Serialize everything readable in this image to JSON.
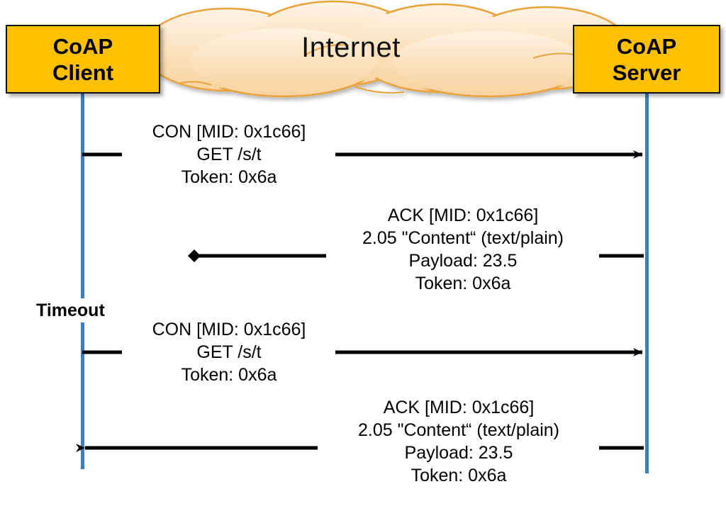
{
  "diagram": {
    "title": "CoAP confirmable message exchange with retransmission after timeout",
    "cloud": {
      "label": "Internet",
      "fill_top": "#FDEBD2",
      "fill_bottom": "#FBD9A8",
      "stroke": "#E8A33D"
    },
    "nodes": [
      {
        "id": "client",
        "line1": "CoAP",
        "line2": "Client",
        "fill": "#FFC000",
        "stroke": "#111111"
      },
      {
        "id": "server",
        "line1": "CoAP",
        "line2": "Server",
        "fill": "#FFC000",
        "stroke": "#111111"
      }
    ],
    "lifeline_color": "#3C7FBE",
    "arrow_color": "#000000",
    "timeout_label": "Timeout",
    "messages": [
      {
        "id": "msg-1-con-get",
        "direction": "client-to-server",
        "arrowhead": "arrow",
        "lines": [
          "CON [MID: 0x1c66]",
          "GET /s/t",
          "Token: 0x6a"
        ]
      },
      {
        "id": "msg-2-ack-content-lost",
        "direction": "server-to-client",
        "arrowhead": "diamond",
        "lines": [
          "ACK [MID: 0x1c66]",
          "2.05 \"Content“ (text/plain)",
          "Payload: 23.5",
          "Token: 0x6a"
        ]
      },
      {
        "id": "msg-3-con-get-retransmit",
        "direction": "client-to-server",
        "arrowhead": "arrow",
        "lines": [
          "CON [MID: 0x1c66]",
          "GET /s/t",
          "Token: 0x6a"
        ]
      },
      {
        "id": "msg-4-ack-content",
        "direction": "server-to-client",
        "arrowhead": "arrow",
        "lines": [
          "ACK [MID: 0x1c66]",
          "2.05 \"Content“ (text/plain)",
          "Payload: 23.5",
          "Token: 0x6a"
        ]
      }
    ]
  }
}
